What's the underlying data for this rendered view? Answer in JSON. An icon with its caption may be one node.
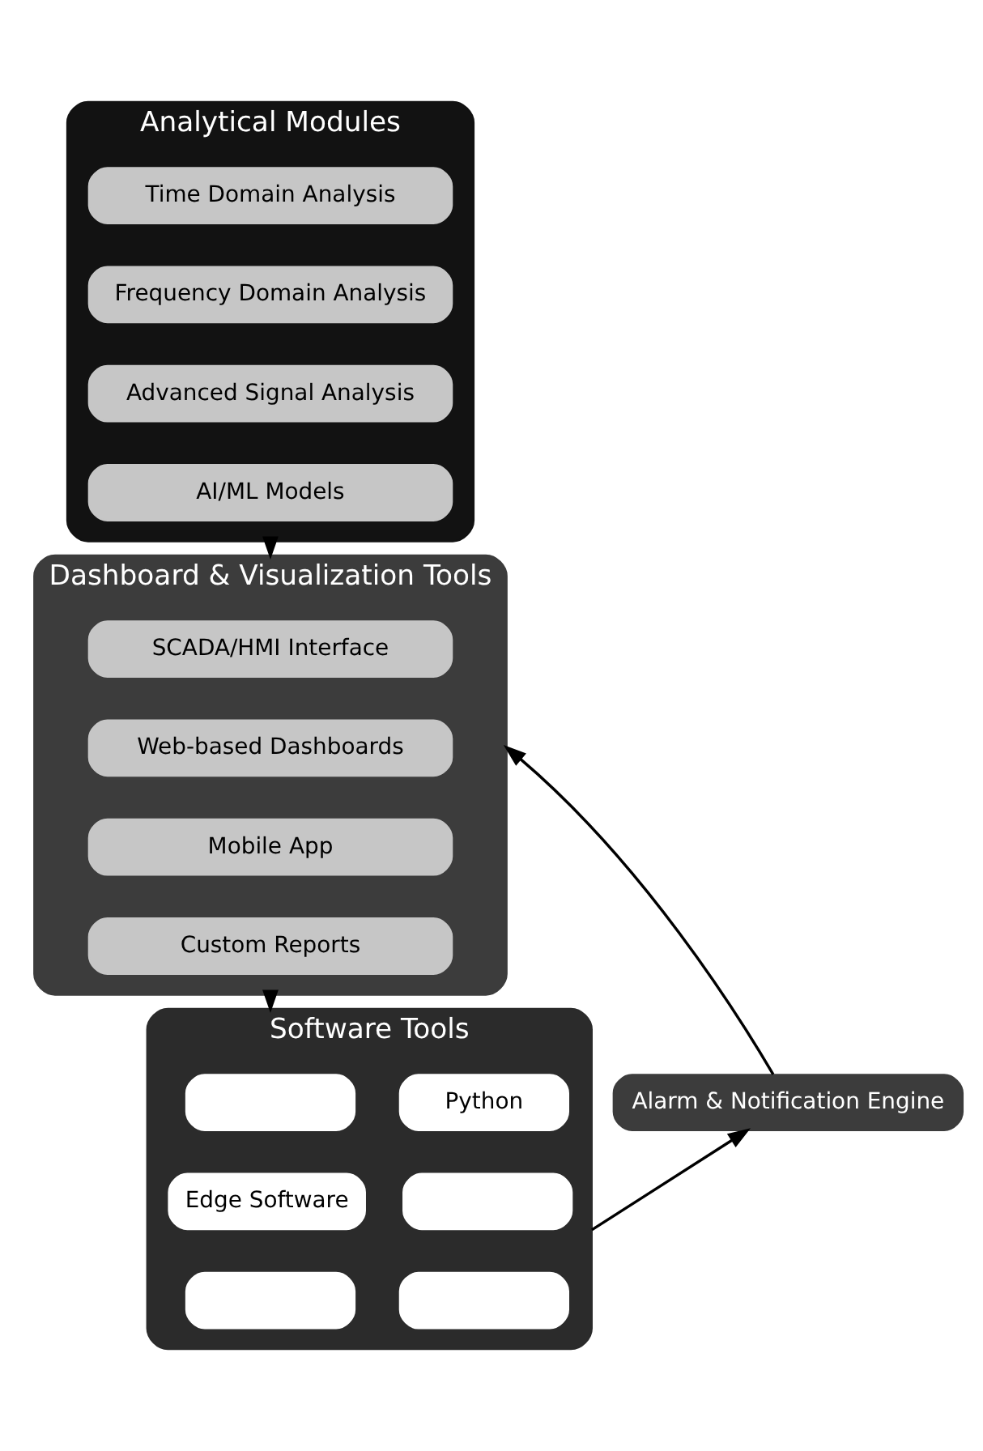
{
  "diagram": {
    "nodes": [
      {
        "text": [
          "Analytical Modules"
        ]
      },
      {
        "text": [
          "Time Domain Analysis"
        ],
        "in": 0
      },
      {
        "text": [
          "Frequency Domain Analysis"
        ],
        "in": 0
      },
      {
        "text": [
          "Advanced Signal Analysis"
        ],
        "in": 0
      },
      {
        "text": [
          "AI/ML Models"
        ],
        "in": 0
      },
      {
        "text": [
          "Dashboard & Visualization Tools"
        ]
      },
      {
        "text": [
          "SCADA/HMI Interface"
        ],
        "in": 5
      },
      {
        "text": [
          "Web-based Dashboards"
        ],
        "in": 5
      },
      {
        "text": [
          "Mobile App"
        ],
        "in": 5
      },
      {
        "text": [
          "Custom Reports"
        ],
        "in": 5
      },
      {
        "text": [
          "Software Tools"
        ]
      },
      {
        "text": [],
        "shape": "box",
        "in": 10
      },
      {
        "text": [
          "Python"
        ],
        "in": 10
      },
      {
        "text": [
          "Edge Software"
        ],
        "in": 10
      },
      {
        "text": [],
        "shape": "box",
        "in": 10
      },
      {
        "text": [],
        "shape": "box",
        "in": 10
      },
      {
        "text": [],
        "shape": "box",
        "in": 10
      },
      {
        "text": [
          "Alarm & Notification Engine"
        ]
      }
    ],
    "edges": [
      {
        "from": 0,
        "to": 5,
        "arrow": "to"
      },
      {
        "from": 5,
        "to": 10,
        "arrow": "to"
      },
      {
        "from": 10,
        "to": 17,
        "arrow": "to"
      },
      {
        "from": 17,
        "to": 5,
        "arrow": "to"
      }
    ]
  }
}
